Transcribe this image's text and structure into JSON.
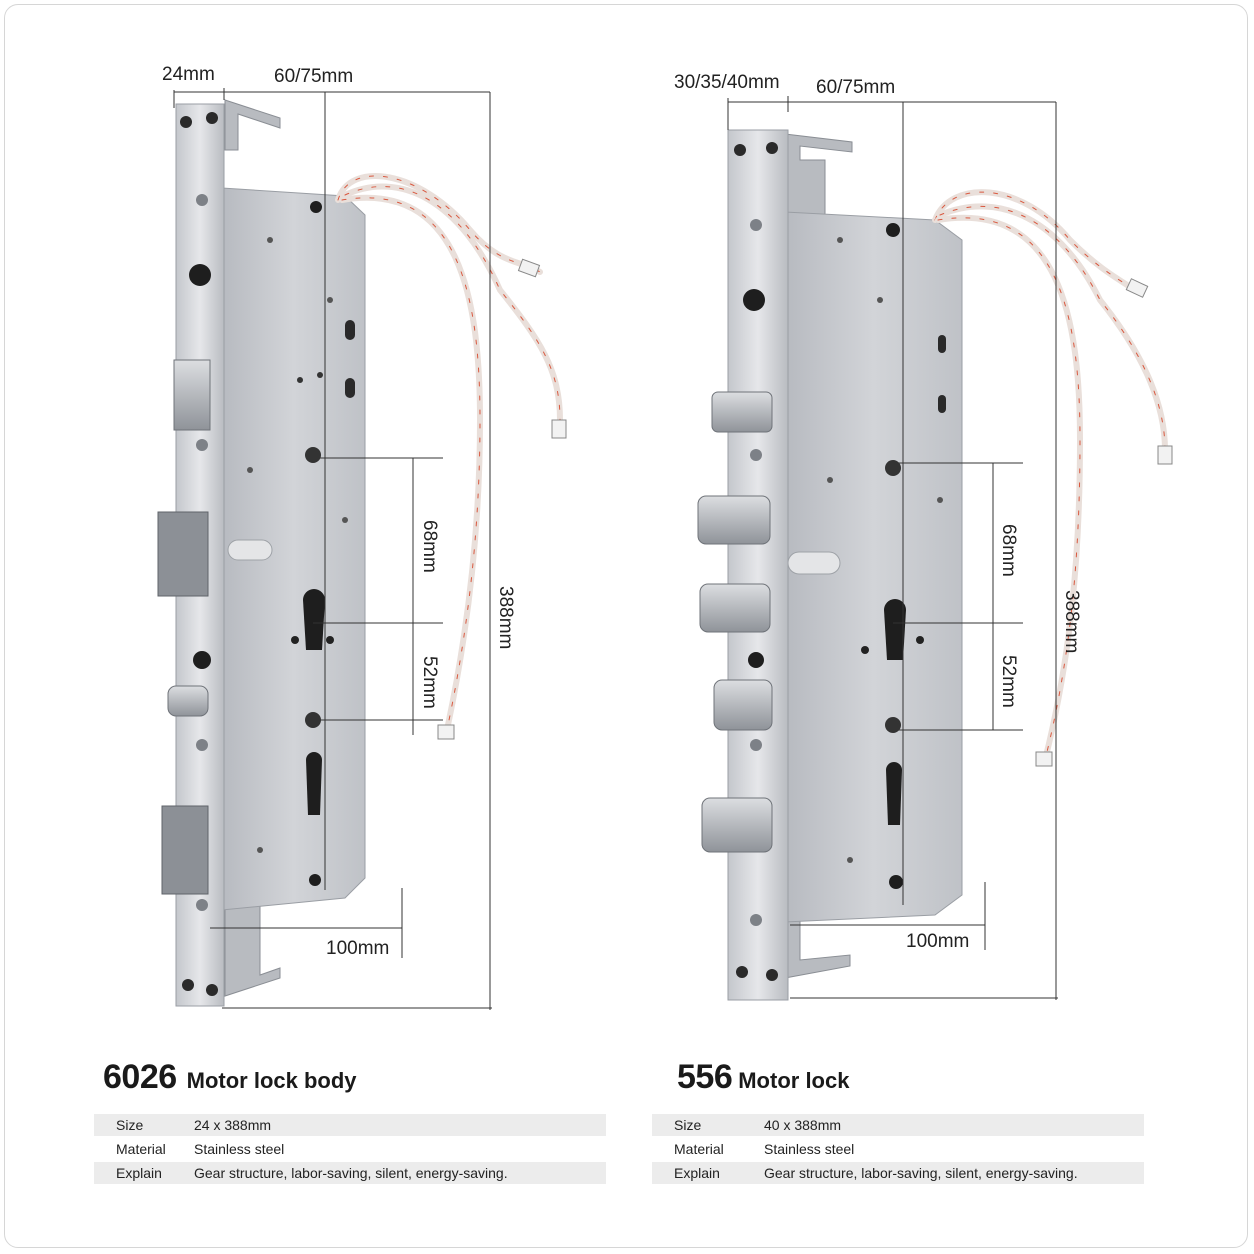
{
  "products": [
    {
      "model": "6026",
      "name": "Motor lock body",
      "dimensions": {
        "faceplate_width": "24mm",
        "backset": "60/75mm",
        "center_distance_upper": "68mm",
        "center_distance_lower": "52mm",
        "total_height": "388mm",
        "bottom_width": "100mm"
      },
      "specs": [
        {
          "key": "Size",
          "value": "24 x 388mm"
        },
        {
          "key": "Material",
          "value": "Stainless steel"
        },
        {
          "key": "Explain",
          "value": "Gear structure, labor-saving, silent, energy-saving."
        }
      ]
    },
    {
      "model": "556",
      "name": "Motor lock",
      "dimensions": {
        "faceplate_width": "30/35/40mm",
        "backset": "60/75mm",
        "center_distance_upper": "68mm",
        "center_distance_lower": "52mm",
        "total_height": "388mm",
        "bottom_width": "100mm"
      },
      "specs": [
        {
          "key": "Size",
          "value": "40 x 388mm"
        },
        {
          "key": "Material",
          "value": "Stainless steel"
        },
        {
          "key": "Explain",
          "value": "Gear structure, labor-saving, silent, energy-saving."
        }
      ]
    }
  ],
  "colors": {
    "steel": "#c9ccd1",
    "steel_dark": "#a7abb2",
    "faceplate": "#d5d7db",
    "hole": "#1e1e1e",
    "wire": "#efe6e2",
    "wire_stripe": "#d9583f",
    "dim_line": "#333333",
    "table_shade": "#ececec"
  }
}
